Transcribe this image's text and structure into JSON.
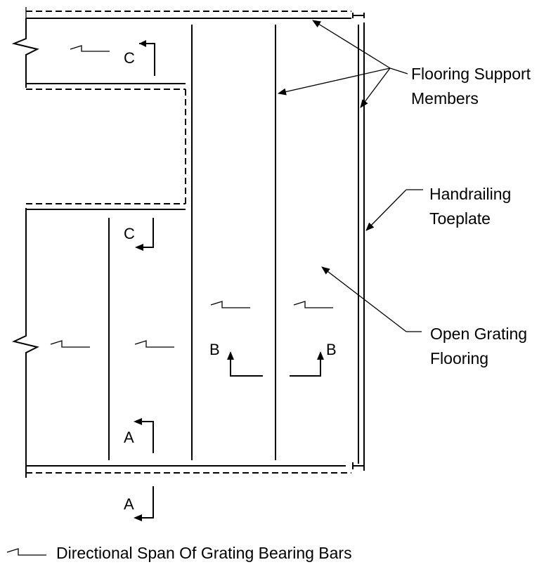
{
  "labels": {
    "flooring_support_line1": "Flooring Support",
    "flooring_support_line2": "Members",
    "handrailing_line1": "Handrailing",
    "handrailing_line2": "Toeplate",
    "open_grating_line1": "Open Grating",
    "open_grating_line2": "Flooring"
  },
  "sections": {
    "a": "A",
    "b": "B",
    "c": "C"
  },
  "legend": {
    "text": "Directional Span Of Grating Bearing Bars"
  }
}
